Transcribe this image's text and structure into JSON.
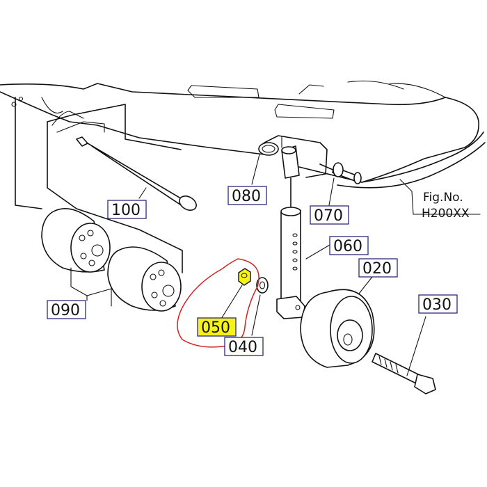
{
  "figure": {
    "fig_label": "Fig.No.",
    "fig_number": "H200XX"
  },
  "parts": {
    "p020": "020",
    "p030": "030",
    "p040": "040",
    "p050": "050",
    "p060": "060",
    "p070": "070",
    "p080": "080",
    "p090": "090",
    "p100": "100"
  },
  "colors": {
    "highlight_fill": "#f7f21a",
    "highlight_outline": "#d42020",
    "label_box_border": "#2a2a7a",
    "line": "#111111"
  }
}
